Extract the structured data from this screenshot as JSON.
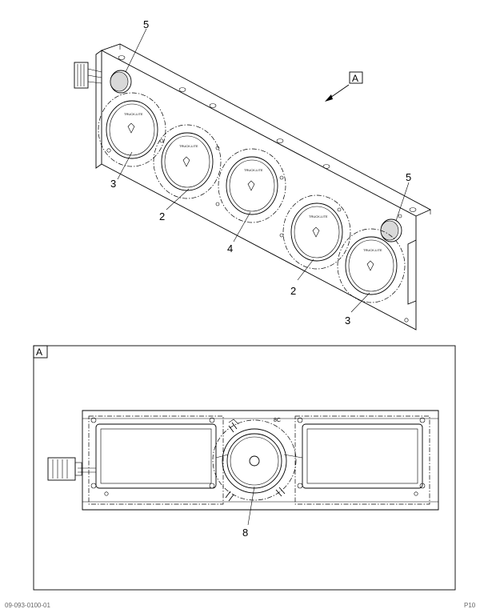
{
  "view_a_arrow_label": "A",
  "detail_label": "A",
  "detail_mark": "8C",
  "lamp_brand": "TRUCK-LITE",
  "callouts": {
    "top_left_grommet": "5",
    "top_right_grommet": "5",
    "lamp_1": "3",
    "lamp_2": "2",
    "lamp_3": "4",
    "lamp_4": "2",
    "lamp_5": "3",
    "detail_speaker": "8"
  },
  "footer_left": "09-093-0100-01",
  "footer_right": "P10"
}
